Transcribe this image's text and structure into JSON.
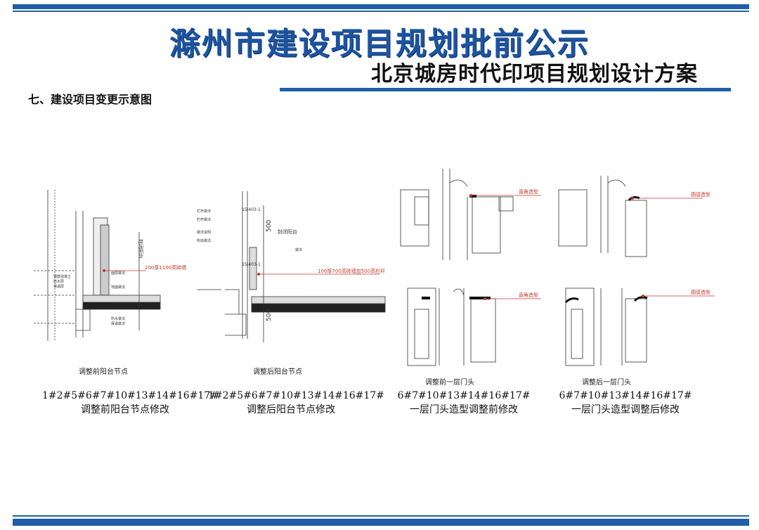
{
  "header": {
    "title": "滁州市建设项目规划批前公示",
    "subtitle": "北京城房时代印项目规划设计方案",
    "accent_color": "#1f5ea8"
  },
  "section_title": "七、建设项目变更示意图",
  "drawings": [
    {
      "small_caption": "调整前阳台节点",
      "caption_line1": "1#2#5#6#7#10#13#14#16#17#",
      "caption_line2": "调整前阳台节点修改",
      "red_note": "200厚1100高砖墙",
      "label_room": "封闭阳台"
    },
    {
      "small_caption": "调整后阳台节点",
      "caption_line1": "1#2#5#6#7#10#13#14#16#17#",
      "caption_line2": "调整后阳台节点修改",
      "red_note": "100厚700高砖墙加500高栏杆",
      "label_room": "封闭阳台",
      "ref_1": "15J403-1",
      "ref_2": "15J403-1",
      "dim_1": "500",
      "dim_2": "500"
    },
    {
      "small_caption": "调整前一层门头",
      "caption_line1": "6#7#10#13#14#16#17#",
      "caption_line2": "一层门头造型调整前修改",
      "red_note_top": "直角造型",
      "red_note_bottom": "直角造型"
    },
    {
      "small_caption": "调整后一层门头",
      "caption_line1": "6#7#10#13#14#16#17#",
      "caption_line2": "一层门头造型调整后修改",
      "red_note_top": "圆弧造型",
      "red_note_bottom": "圆弧造型"
    }
  ]
}
